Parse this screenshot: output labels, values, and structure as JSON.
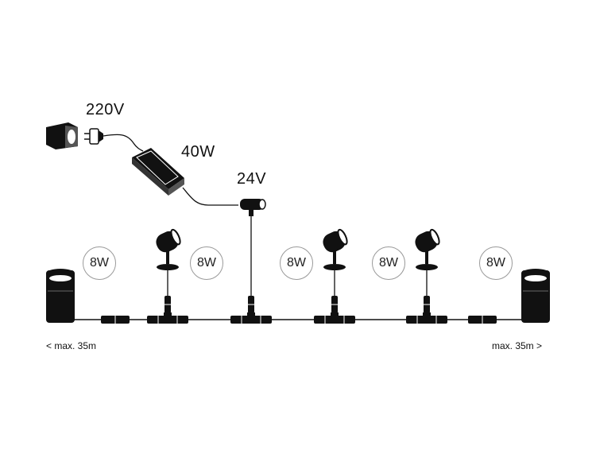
{
  "diagram": {
    "labels": {
      "mains_voltage": "220V",
      "adapter_power": "40W",
      "system_voltage": "24V",
      "max_left": "< max. 35m",
      "max_right": "max. 35m >"
    },
    "wattage_badges": [
      "8W",
      "8W",
      "8W",
      "8W",
      "8W"
    ],
    "icons": [
      "wall-socket-icon",
      "power-plug-icon",
      "power-adapter-icon",
      "cable-connector-icon",
      "bollard-light-icon",
      "spotlight-icon",
      "t-connector-icon",
      "inline-connector-icon"
    ],
    "colors": {
      "stroke": "#111111",
      "fill": "#111111",
      "background": "#ffffff"
    }
  }
}
